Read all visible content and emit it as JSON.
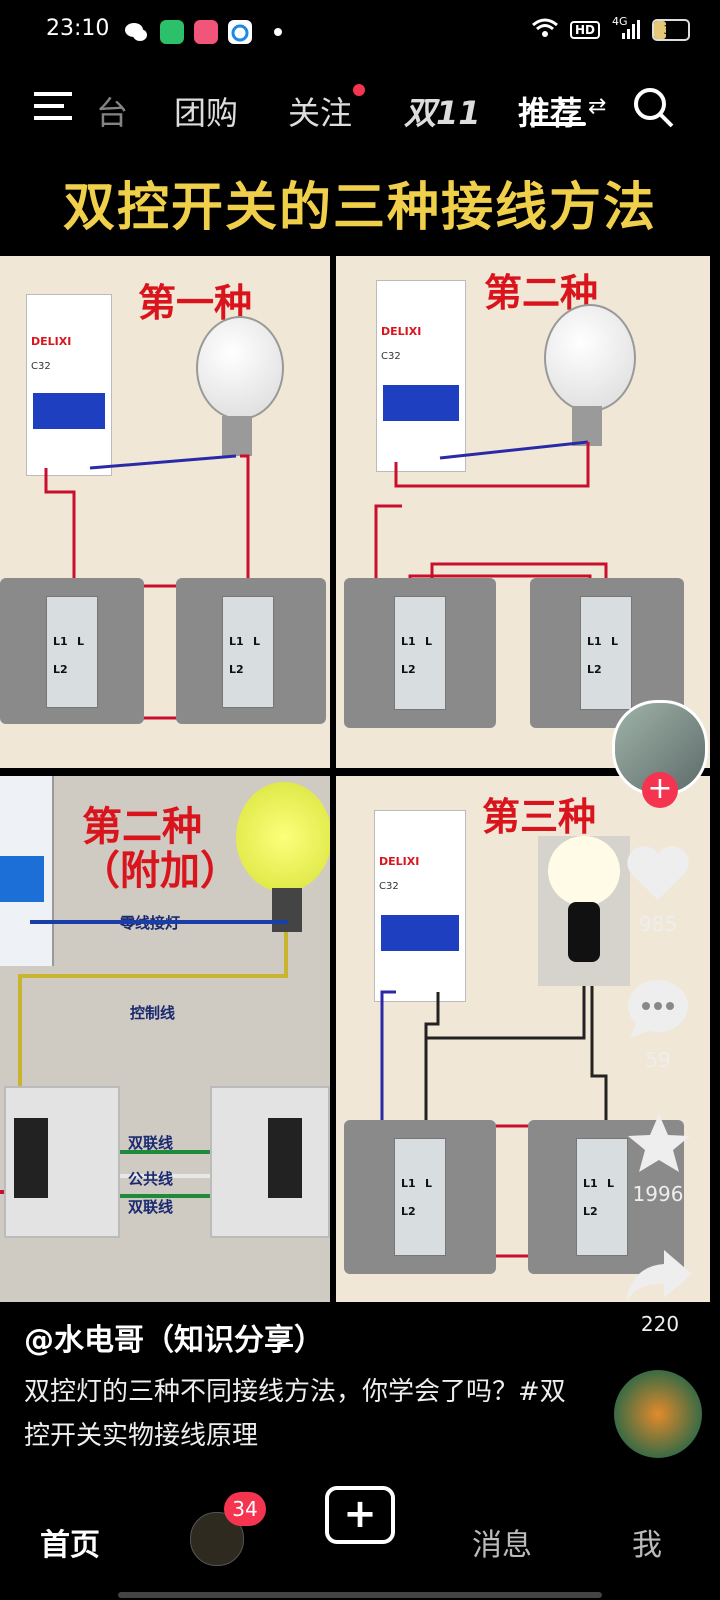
{
  "status_bar": {
    "time": "23:10",
    "network": "4G",
    "hd_label": "HD",
    "battery": "34",
    "battery_level": 0.34
  },
  "top_nav": {
    "partial_tab": "台",
    "tabs": [
      "团购",
      "关注",
      "双11",
      "推荐"
    ],
    "active_tab": "推荐",
    "swap_glyph": "⇄"
  },
  "video": {
    "title": "双控开关的三种接线方法",
    "panels": {
      "p1": {
        "title": "第一种"
      },
      "p2": {
        "title": "第二种"
      },
      "p3": {
        "title": "第二种",
        "subtitle": "（附加）",
        "labels": {
          "neutral": "零线接灯",
          "control": "控制线",
          "link1": "双联线",
          "common": "公共线",
          "link2": "双联线"
        }
      },
      "p4": {
        "title": "第三种"
      }
    },
    "breaker": {
      "brand": "DELIXI",
      "model": "C32"
    },
    "switch_terms": {
      "l1": "L1",
      "l": "L",
      "l2": "L2"
    }
  },
  "side_rail": {
    "likes": "985",
    "comments": "59",
    "favorites": "1996",
    "shares": "220"
  },
  "post": {
    "author": "@水电哥（知识分享）",
    "description": "双控灯的三种不同接线方法，你学会了吗？#双控开关实物接线原理"
  },
  "bottom_nav": {
    "home": "首页",
    "badge_count": "34",
    "messages": "消息",
    "me": "我",
    "plus": "+"
  },
  "colors": {
    "accent": "#f53450",
    "title_yellow": "#f0d04a",
    "panel_title_red": "#d9141c",
    "breaker_blue": "#1e3fbf"
  }
}
